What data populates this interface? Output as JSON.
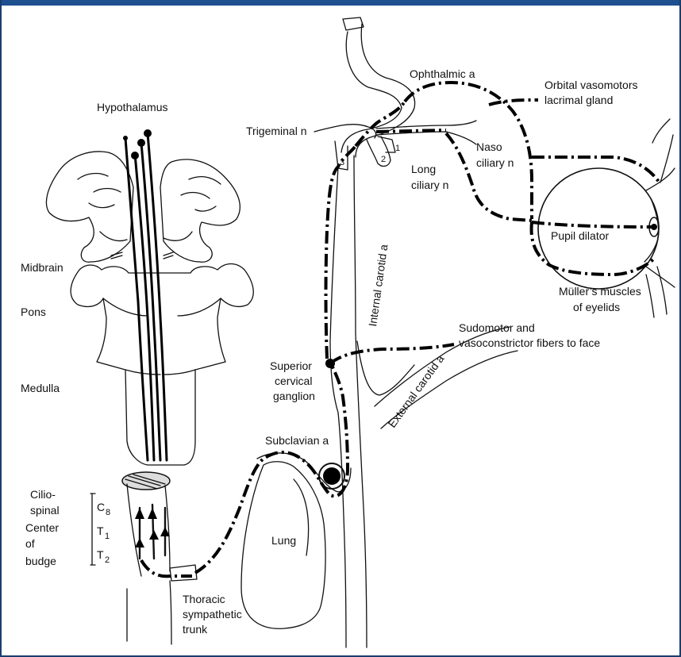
{
  "colors": {
    "header_bar": "#1e4f8f",
    "frame_border": "#1a3d6e",
    "ink": "#111111"
  },
  "labels": {
    "hypothalamus": "Hypothalamus",
    "midbrain": "Midbrain",
    "pons": "Pons",
    "medulla": "Medulla",
    "ciliospinal_1": "Cilio-",
    "ciliospinal_2": "spinal",
    "ciliospinal_3": "Center",
    "ciliospinal_4": "of",
    "ciliospinal_5": "budge",
    "c8": "C",
    "c8_sub": "8",
    "t1": "T",
    "t1_sub": "1",
    "t2": "T",
    "t2_sub": "2",
    "thoracic_1": "Thoracic",
    "thoracic_2": "sympathetic",
    "thoracic_3": "trunk",
    "lung": "Lung",
    "subclavian": "Subclavian a",
    "superior_1": "Superior",
    "superior_2": "cervical",
    "superior_3": "ganglion",
    "internal_carotid": "Internal carotid a",
    "external_carotid": "External carotid a",
    "sudomotor_1": "Sudomotor and",
    "sudomotor_2": "vasoconstrictor fibers to face",
    "trigeminal": "Trigeminal n",
    "ophthalmic": "Ophthalmic a",
    "orbital_1": "Orbital vasomotors",
    "orbital_2": "lacrimal gland",
    "naso_1": "Naso",
    "naso_2": "ciliary n",
    "long_1": "Long",
    "long_2": "ciliary n",
    "pupil": "Pupil dilator",
    "muller_1": "Müller’s muscles",
    "muller_2": "of eyelids",
    "num_1": "1",
    "num_2": "2",
    "num_3": "3"
  }
}
